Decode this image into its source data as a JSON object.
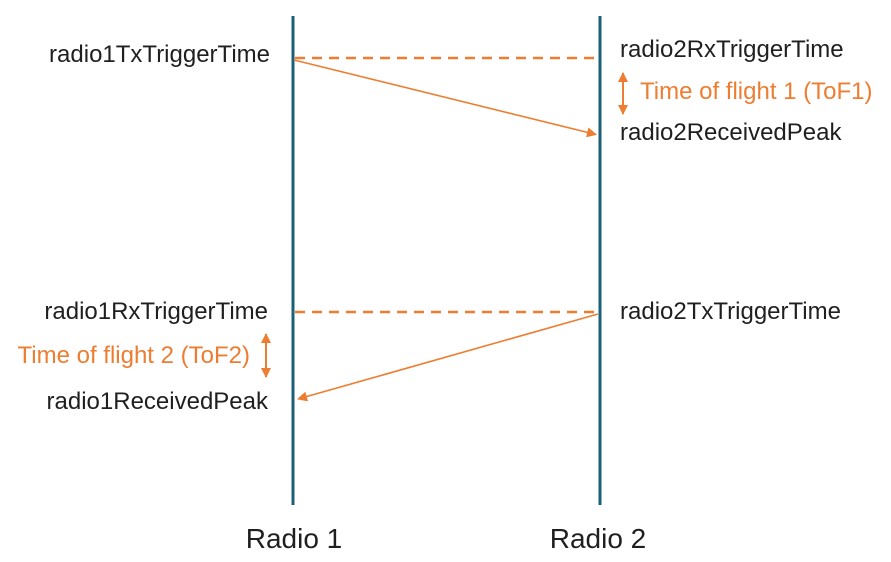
{
  "colors": {
    "lifeline": "#1b6078",
    "accent": "#ed7d31",
    "text": "#1f1f1f",
    "background": "#ffffff"
  },
  "radio1": {
    "title": "Radio 1",
    "tx_trigger_label": "radio1TxTriggerTime",
    "rx_trigger_label": "radio1RxTriggerTime",
    "received_peak_label": "radio1ReceivedPeak"
  },
  "radio2": {
    "title": "Radio 2",
    "rx_trigger_label": "radio2RxTriggerTime",
    "received_peak_label": "radio2ReceivedPeak",
    "tx_trigger_label": "radio2TxTriggerTime"
  },
  "annotations": {
    "tof1_label": "Time of flight 1 (ToF1)",
    "tof2_label": "Time of flight 2 (ToF2)"
  }
}
